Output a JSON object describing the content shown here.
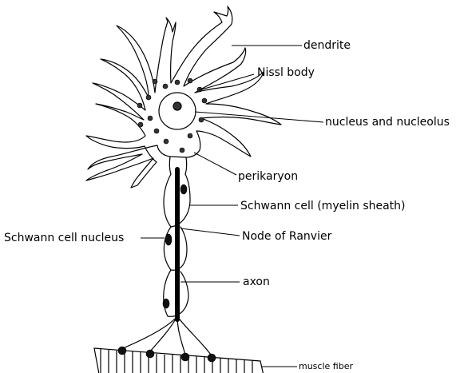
{
  "labels": {
    "dendrite": "dendrite",
    "nissl_body": "Nissl body",
    "nucleus": "nucleus and nucleolus",
    "perikaryon": "perikaryon",
    "schwann_cell": "Schwann cell (myelin sheath)",
    "schwann_nucleus": "Schwann cell nucleus",
    "node": "Node of Ranvier",
    "axon": "axon",
    "muscle": "muscle fiber"
  },
  "colors": {
    "ink": "#000000",
    "background": "#ffffff"
  }
}
